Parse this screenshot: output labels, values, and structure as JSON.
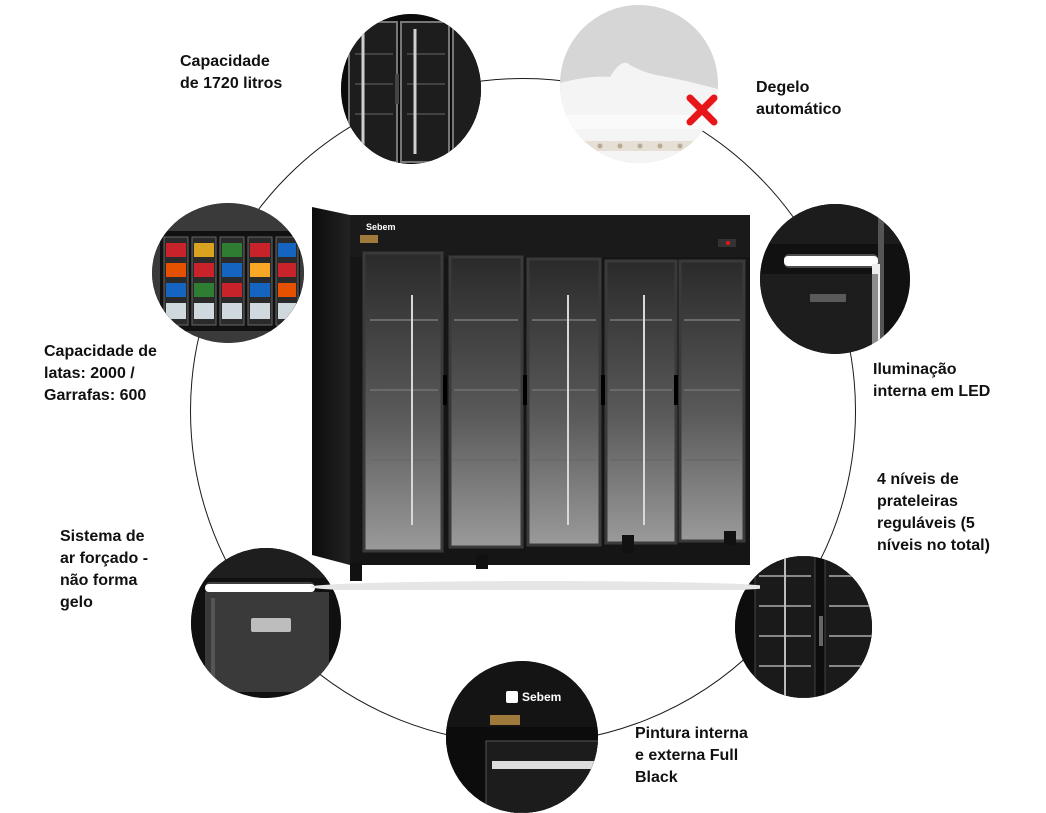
{
  "brand": "Sebem",
  "features": {
    "capacity": "Capacidade\nde 1720 litros",
    "defrost": "Degelo\nautomático",
    "cans": "Capacidade de\nlatas: 2000 /\nGarrafas: 600",
    "led": "Iluminação\ninterna em LED",
    "shelves": "4 níveis de\nprateleiras\nreguláveis (5\nníveis no total)",
    "airflow": "Sistema de\nar forçado -\nnão forma\ngelo",
    "paint": "Pintura interna\ne externa Full\nBlack"
  },
  "colors": {
    "cross": "#e8151b",
    "body": "#151515",
    "ring": "#1a1a1a"
  }
}
